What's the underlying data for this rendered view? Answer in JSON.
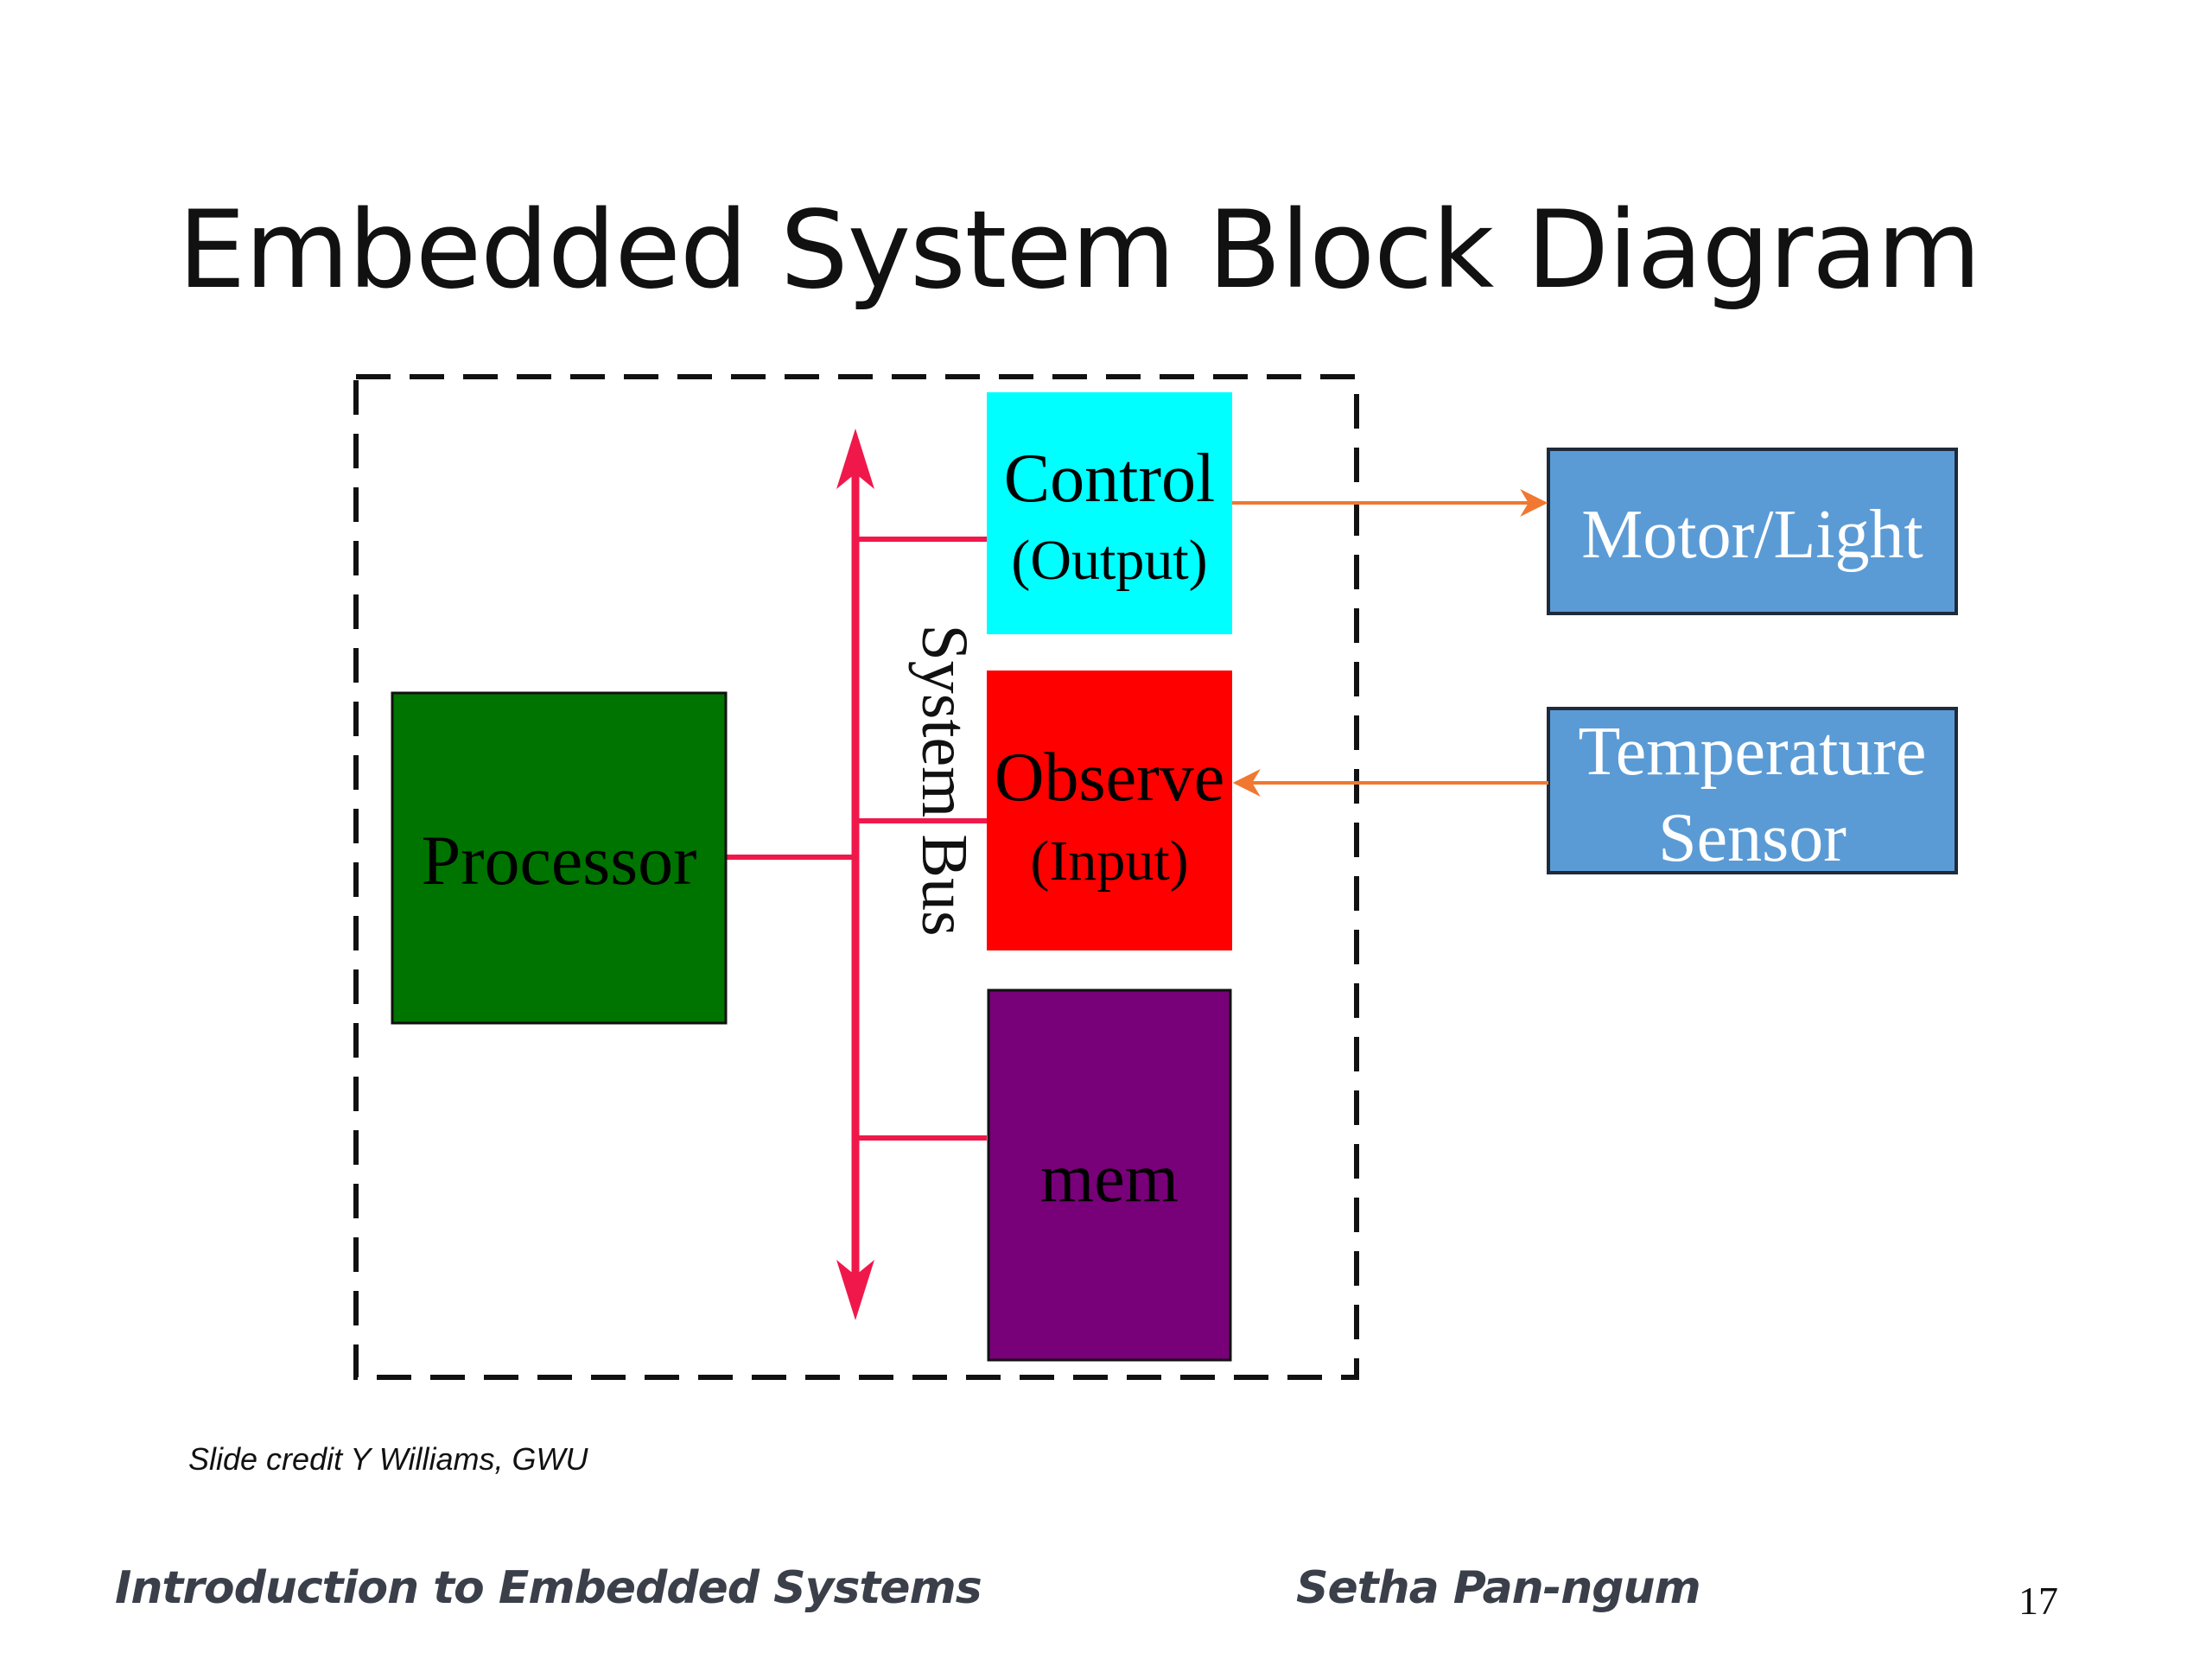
{
  "slide": {
    "title": "Embedded System Block Diagram",
    "credit": "Slide credit Y Williams, GWU",
    "footer_course": "Introduction to Embedded Systems",
    "footer_author": "Setha Pan-ngum",
    "page_number": "17"
  },
  "diagram": {
    "bus_label": "System Bus",
    "blocks": {
      "processor": {
        "label": "Processor",
        "color": "#007400"
      },
      "control": {
        "line1": "Control",
        "line2": "(Output)",
        "color": "#00ffff"
      },
      "observe": {
        "line1": "Observe",
        "line2": "(Input)",
        "color": "#ff0000"
      },
      "mem": {
        "label": "mem",
        "color": "#780078"
      },
      "motor": {
        "label": "Motor/Light",
        "color": "#5b9bd5"
      },
      "sensor": {
        "line1": "Temperature",
        "line2": "Sensor",
        "color": "#5b9bd5"
      }
    },
    "bus_color": "#f0184b",
    "link_color": "#f07830"
  }
}
